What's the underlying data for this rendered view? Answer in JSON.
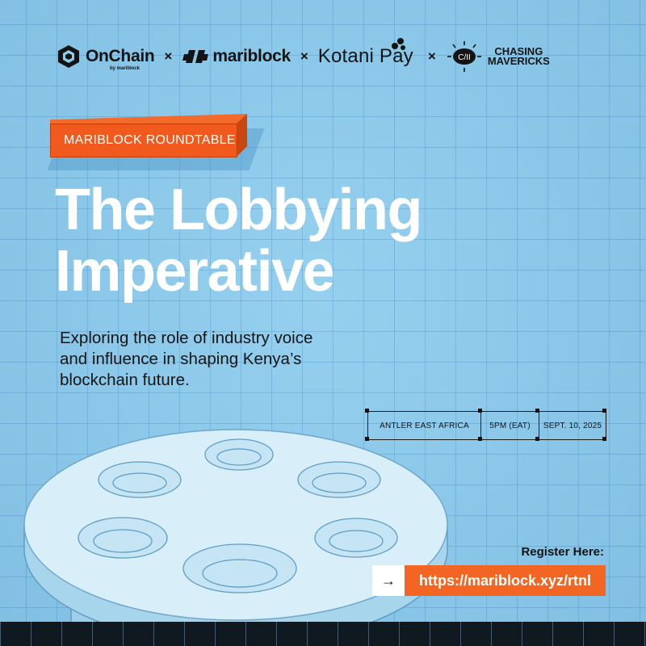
{
  "partners": [
    {
      "name": "OnChain",
      "sub": "by mariblock"
    },
    {
      "name": "mariblock"
    },
    {
      "name": "Kotani Pay"
    },
    {
      "name_line1": "CHASING",
      "name_line2": "MAVERICKS"
    }
  ],
  "separator": "×",
  "badge": {
    "label": "MARIBLOCK ROUNDTABLE"
  },
  "title": {
    "line1": "The Lobbying",
    "line2": "Imperative"
  },
  "subtitle": {
    "line1": "Exploring the role of industry voice",
    "line2": "and influence in shaping Kenya’s",
    "line3": "blockchain future."
  },
  "event": {
    "venue": "ANTLER EAST AFRICA",
    "time": "5PM (EAT)",
    "date": "SEPT. 10, 2025"
  },
  "register": {
    "label": "Register Here:",
    "arrow": "→",
    "url": "https://mariblock.xyz/rtnl"
  },
  "colors": {
    "background": "#8fcdee",
    "accent": "#f25a1d",
    "ink": "#141414"
  }
}
